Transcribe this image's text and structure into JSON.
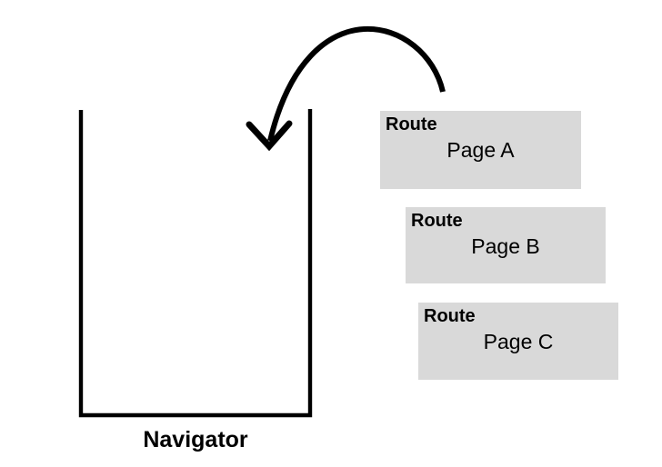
{
  "diagram": {
    "navigator_label": "Navigator",
    "routes": [
      {
        "label": "Route",
        "page": "Page A"
      },
      {
        "label": "Route",
        "page": "Page B"
      },
      {
        "label": "Route",
        "page": "Page C"
      }
    ],
    "colors": {
      "background": "#ffffff",
      "stroke": "#000000",
      "route_box_bg": "#d9d9d9"
    },
    "icons": {
      "push_arrow": "curved-arrow-down-left-icon"
    }
  }
}
